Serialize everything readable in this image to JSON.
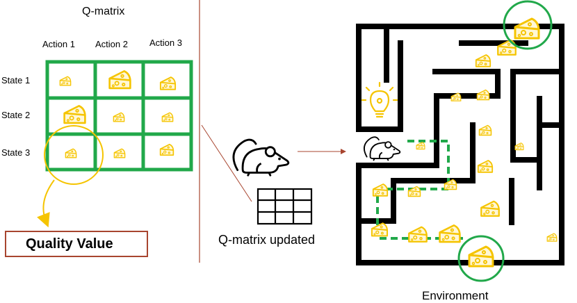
{
  "qmatrix": {
    "title": "Q-matrix",
    "actions": [
      "Action 1",
      "Action 2",
      "Action 3"
    ],
    "states": [
      "State 1",
      "State 2",
      "State 3"
    ],
    "grid_color": "#21a84a",
    "cell_cheese_sizes": [
      [
        "small",
        "large",
        "medium"
      ],
      [
        "large",
        "small",
        "small"
      ],
      [
        "small",
        "small",
        "medium"
      ]
    ]
  },
  "quality_value": {
    "label": "Quality Value",
    "highlight_color": "#f5c400",
    "box_border_color": "#a8452f"
  },
  "update": {
    "label": "Q-matrix updated",
    "arrow_color": "#a8452f"
  },
  "environment": {
    "label": "Environment",
    "wall_color": "#000000",
    "path_color": "#21a84a",
    "circle_color": "#21a84a"
  },
  "icons": {
    "cheese": "cheese-icon",
    "mouse": "mouse-icon",
    "idea": "lightbulb-icon",
    "table": "table-icon"
  },
  "colors": {
    "cheese": "#f5c400"
  }
}
